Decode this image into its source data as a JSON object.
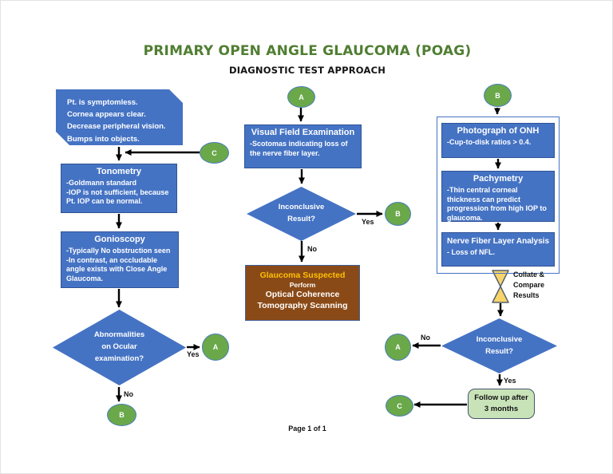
{
  "page": {
    "title": "PRIMARY OPEN ANGLE GLAUCOMA (POAG)",
    "subtitle": "DIAGNOSTIC TEST APPROACH",
    "footer": "Page 1 of 1"
  },
  "labels": {
    "yes": "Yes",
    "no": "No",
    "collate": "Collate &\nCompare\nResults"
  },
  "connectors": {
    "a": "A",
    "b": "B",
    "c": "C"
  },
  "left": {
    "presentation": "Pt. is symptomless.\nCornea appears clear.\nDecrease peripheral vision.\nBumps into objects.",
    "tonometry": {
      "title": "Tonometry",
      "body": "-Goldmann standard\n-IOP is not sufficient, because Pt. IOP can be normal."
    },
    "gonioscopy": {
      "title": "Gonioscopy",
      "body": "-Typically No obstruction seen\n-In contrast, an occludable angle exists with Close Angle Glaucoma."
    },
    "decision": "Abnormalities\non Ocular\nexamination?"
  },
  "middle": {
    "visual_field": {
      "title": "Visual Field Examination",
      "body": "-Scotomas indicating loss of the nerve fiber layer."
    },
    "decision": "Inconclusive\nResult?",
    "suspected": {
      "headline": "Glaucoma Suspected",
      "subline": "Perform",
      "action": "Optical Coherence Tomography Scanning"
    }
  },
  "right": {
    "photograph": {
      "title": "Photograph of ONH",
      "body": "-Cup-to-disk ratios > 0.4."
    },
    "pachymetry": {
      "title": "Pachymetry",
      "body": "-Thin central corneal thickness can predict progression from high IOP to glaucoma."
    },
    "nfl": {
      "title": "Nerve Fiber Layer Analysis",
      "body": "- Loss of NFL."
    },
    "decision": "Inconclusive\nResult?",
    "followup": "Follow up after\n3 months"
  },
  "colors": {
    "box_blue": "#4573c4",
    "green_circle": "#6aa84a",
    "brown": "#8a4a17",
    "gold_text": "#ffc000",
    "hourglass": "#f7d46a",
    "followup_green": "#c9e3b9",
    "title_green": "#507e32"
  }
}
